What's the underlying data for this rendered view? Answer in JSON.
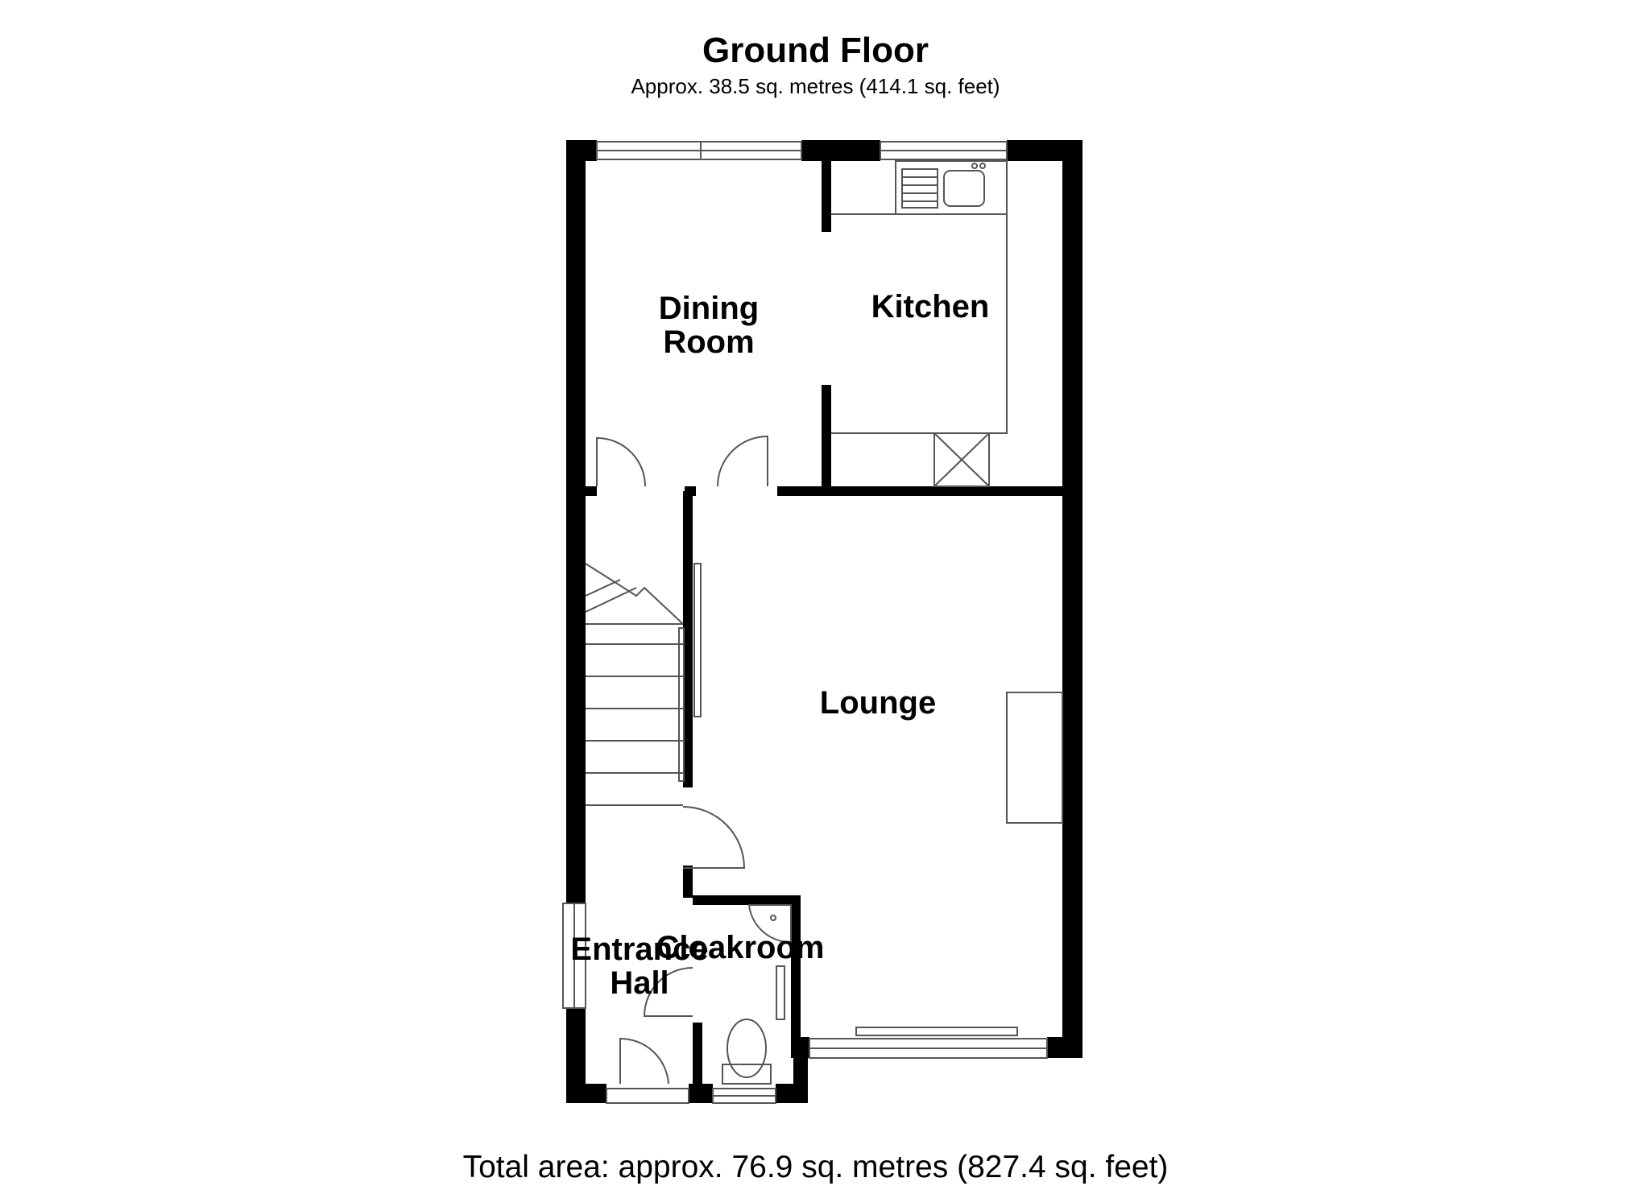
{
  "header": {
    "title": "Ground Floor",
    "subtitle": "Approx. 38.5 sq. metres (414.1 sq. feet)"
  },
  "rooms": {
    "dining_line1": "Dining",
    "dining_line2": "Room",
    "kitchen": "Kitchen",
    "lounge": "Lounge",
    "entrance_line1": "Entrance",
    "entrance_line2": "Hall",
    "cloakroom": "Cloakroom"
  },
  "footer": {
    "total_area": "Total area: approx. 76.9 sq. metres (827.4 sq. feet)"
  },
  "colors": {
    "wall": "#000000",
    "background": "#ffffff",
    "fixture_line": "#555555"
  }
}
